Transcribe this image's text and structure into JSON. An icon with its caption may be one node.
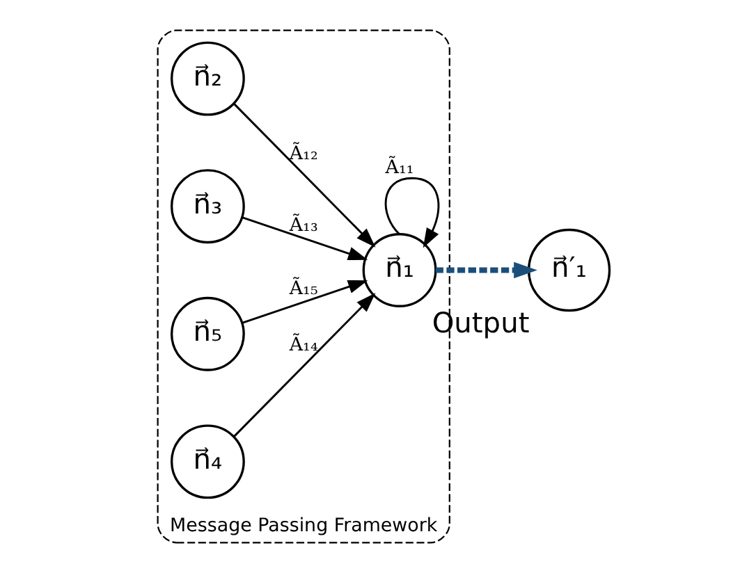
{
  "diagram": {
    "nodes": [
      {
        "text": [
          "Message Passing Framework"
        ]
      },
      {
        "text": [
          "n⃗₂"
        ],
        "in": 0
      },
      {
        "text": [
          "n⃗₃"
        ],
        "in": 0
      },
      {
        "text": [
          "n⃗₁"
        ],
        "in": 0
      },
      {
        "text": [
          "n⃗₅"
        ],
        "in": 0
      },
      {
        "text": [
          "n⃗₄"
        ],
        "in": 0
      },
      {
        "text": [
          "n⃗′₁"
        ],
        "beside": [
          "Output"
        ]
      }
    ],
    "edges": [
      {
        "from": 1,
        "to": 3,
        "arrow": "to",
        "label": "Ã₁₂"
      },
      {
        "from": 3,
        "to": 3,
        "arrow": "to",
        "label": "Ã₁₁"
      },
      {
        "from": 2,
        "to": 3,
        "arrow": "to",
        "label": "Ã₁₃"
      },
      {
        "from": 5,
        "to": 3,
        "arrow": "to",
        "label": "Ã₁₄"
      },
      {
        "from": 4,
        "to": 3,
        "arrow": "to",
        "label": "Ã₁₅"
      },
      {
        "from": 3,
        "to": 6,
        "arrow": "to",
        "style": "dashed",
        "color": "#1b4f7a"
      }
    ]
  }
}
